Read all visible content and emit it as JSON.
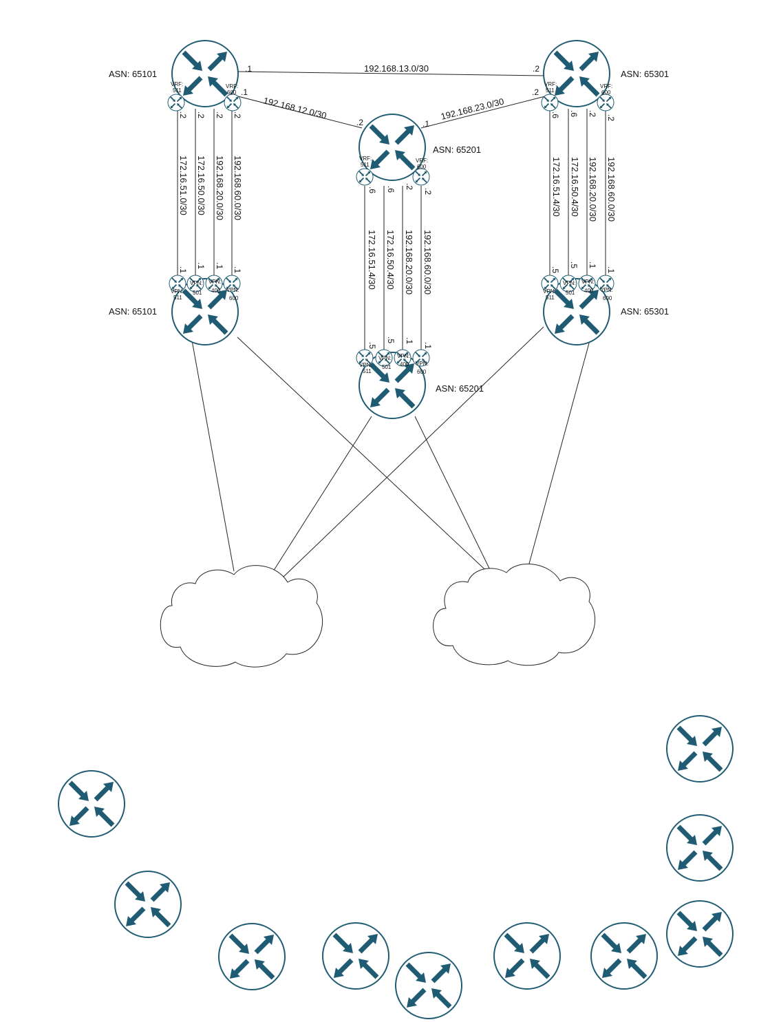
{
  "colors": {
    "router_fill": "#ffffff",
    "router_stroke": "#1f5c73",
    "arrow": "#1f5c73",
    "line": "#222222"
  },
  "icons": {
    "router": "router-icon",
    "cloud": "cloud-icon"
  },
  "labels": {
    "asn_65101_top": "ASN: 65101",
    "asn_65301_top": "ASN: 65301",
    "asn_65201_top": "ASN: 65201",
    "asn_65101_bottom": "ASN: 65101",
    "asn_65301_bottom": "ASN: 65301",
    "asn_65201_bottom": "ASN: 65201"
  },
  "subnets": {
    "r1_r3": "192.168.13.0/30",
    "r1_r2": "192.168.12.0/30",
    "r2_r3": "192.168.23.0/30",
    "left": [
      "172.16.51.0/30",
      "172.16.50.0/30",
      "192.168.20.0/30",
      "192.168.60.0/30"
    ],
    "mid": [
      "172.16.51.4/30",
      "172.16.50.4/30",
      "192.168.20.0/30",
      "192.168.60.0/30"
    ],
    "right": [
      "172.16.51.4/30",
      "172.16.50.4/30",
      "192.168.20.0/30",
      "192.168.60.0/30"
    ]
  },
  "octets": {
    "one": ".1",
    "two": ".2",
    "five": ".5",
    "six": ".6"
  },
  "vrf": {
    "prefix": "VRF:",
    "v511": "511",
    "v600": "600"
  },
  "vpn": {
    "prefix": "VPN:",
    "v511": "511",
    "v501": "501",
    "v400": "400",
    "v600": "600"
  }
}
